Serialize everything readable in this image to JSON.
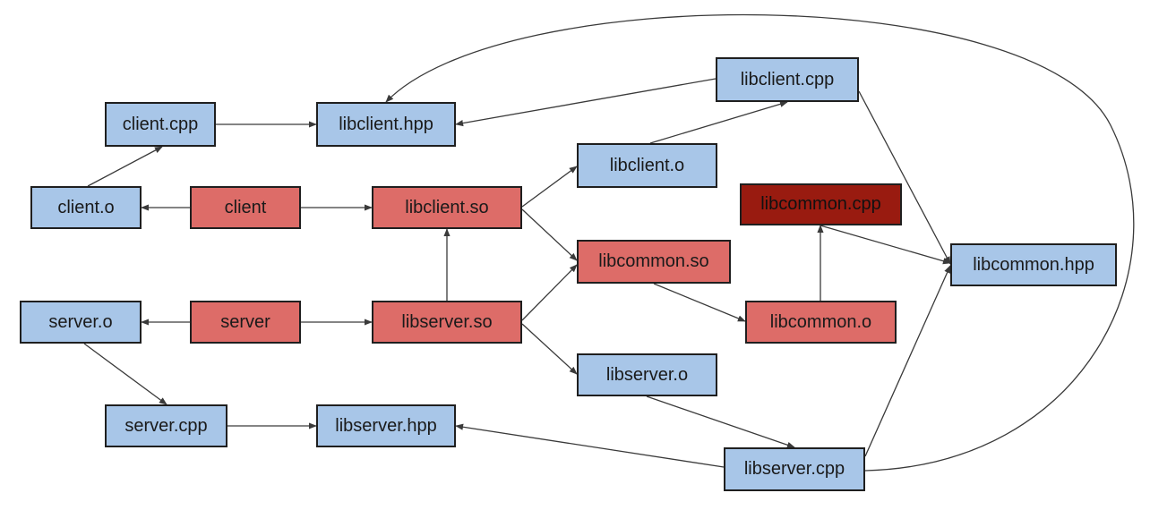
{
  "nodes": {
    "client_cpp": "client.cpp",
    "libclient_hpp": "libclient.hpp",
    "libclient_cpp": "libclient.cpp",
    "libclient_o": "libclient.o",
    "client_o": "client.o",
    "client": "client",
    "libclient_so": "libclient.so",
    "libcommon_cpp": "libcommon.cpp",
    "libcommon_so": "libcommon.so",
    "libcommon_hpp": "libcommon.hpp",
    "server_o": "server.o",
    "server": "server",
    "libserver_so": "libserver.so",
    "libcommon_o": "libcommon.o",
    "libserver_o": "libserver.o",
    "server_cpp": "server.cpp",
    "libserver_hpp": "libserver.hpp",
    "libserver_cpp": "libserver.cpp"
  },
  "edges": [
    {
      "from": "client_cpp",
      "to": "libclient_hpp"
    },
    {
      "from": "libclient_cpp",
      "to": "libclient_hpp"
    },
    {
      "from": "libclient_cpp",
      "to": "libcommon_hpp"
    },
    {
      "from": "libclient_o",
      "to": "libclient_cpp"
    },
    {
      "from": "client_o",
      "to": "client_cpp"
    },
    {
      "from": "client",
      "to": "client_o"
    },
    {
      "from": "client",
      "to": "libclient_so"
    },
    {
      "from": "libclient_so",
      "to": "libclient_o"
    },
    {
      "from": "libclient_so",
      "to": "libcommon_so"
    },
    {
      "from": "libserver_so",
      "to": "libclient_so"
    },
    {
      "from": "libserver_so",
      "to": "libcommon_so"
    },
    {
      "from": "libserver_so",
      "to": "libserver_o"
    },
    {
      "from": "server",
      "to": "server_o"
    },
    {
      "from": "server",
      "to": "libserver_so"
    },
    {
      "from": "server_o",
      "to": "server_cpp"
    },
    {
      "from": "server_cpp",
      "to": "libserver_hpp"
    },
    {
      "from": "libcommon_so",
      "to": "libcommon_o"
    },
    {
      "from": "libcommon_o",
      "to": "libcommon_cpp"
    },
    {
      "from": "libcommon_cpp",
      "to": "libcommon_hpp"
    },
    {
      "from": "libserver_o",
      "to": "libserver_cpp"
    },
    {
      "from": "libserver_cpp",
      "to": "libserver_hpp"
    },
    {
      "from": "libserver_cpp",
      "to": "libcommon_hpp"
    },
    {
      "from": "libserver_cpp",
      "to": "libclient_hpp"
    }
  ],
  "colors": {
    "source": "#a8c6e8",
    "library": "#dd6c68",
    "highlight": "#991b10",
    "edge": "#3a3a3a"
  }
}
